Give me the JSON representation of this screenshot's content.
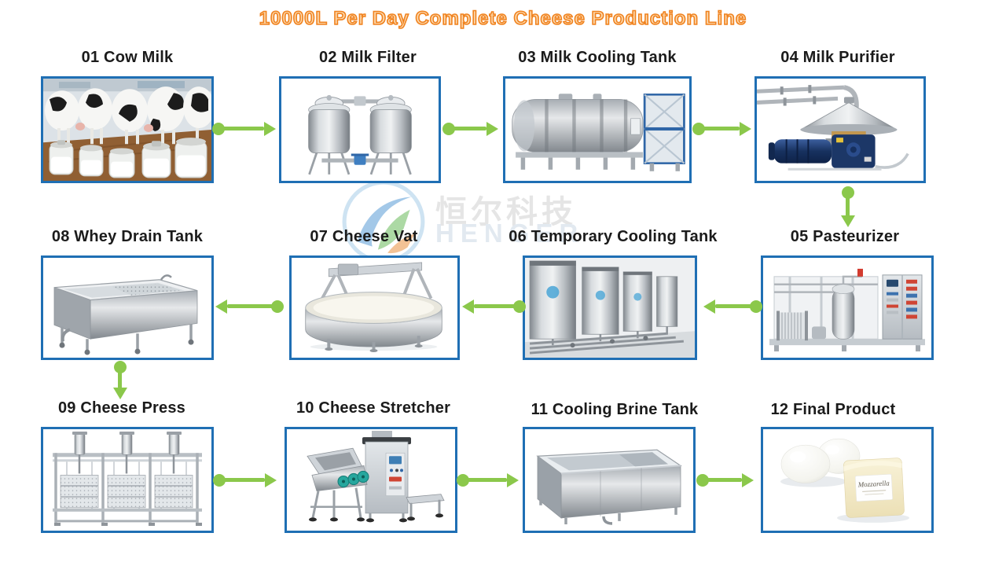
{
  "title": "10000L Per Day Complete Cheese Production Line",
  "watermark": {
    "text_cn": "恒尔科技",
    "text_en": "HENGER"
  },
  "colors": {
    "title_orange": "#f0821e",
    "box_border_blue": "#1f6fb4",
    "arrow_green": "#8bc84b",
    "label_black": "#1b1b1b"
  },
  "steps": [
    {
      "num": "01",
      "label": "01 Cow Milk",
      "image": "cow-milking-parlor-photo"
    },
    {
      "num": "02",
      "label": "02 Milk Filter",
      "image": "duplex-stainless-milk-filter"
    },
    {
      "num": "03",
      "label": "03 Milk Cooling Tank",
      "image": "horizontal-milk-cooling-tank"
    },
    {
      "num": "04",
      "label": "04 Milk Purifier",
      "image": "centrifugal-milk-purifier"
    },
    {
      "num": "05",
      "label": "05 Pasteurizer",
      "image": "pasteurizer-skid-unit"
    },
    {
      "num": "06",
      "label": "06 Temporary Cooling Tank",
      "image": "vertical-storage-tanks-photo"
    },
    {
      "num": "07",
      "label": "07 Cheese Vat",
      "image": "oval-cheese-vat"
    },
    {
      "num": "08",
      "label": "08 Whey Drain Tank",
      "image": "whey-drain-tank"
    },
    {
      "num": "09",
      "label": "09 Cheese Press",
      "image": "triple-cheese-press"
    },
    {
      "num": "10",
      "label": "10 Cheese Stretcher",
      "image": "cheese-stretcher-machine"
    },
    {
      "num": "11",
      "label": "11 Cooling Brine Tank",
      "image": "cooling-brine-tank"
    },
    {
      "num": "12",
      "label": "12 Final Product",
      "image": "mozzarella-final-product",
      "product_label": "Mozzarella"
    }
  ],
  "flow": [
    "01→02",
    "02→03",
    "03→04",
    "04→05",
    "05→06",
    "06→07",
    "07→08",
    "08→09",
    "09→10",
    "10→11",
    "11→12"
  ]
}
